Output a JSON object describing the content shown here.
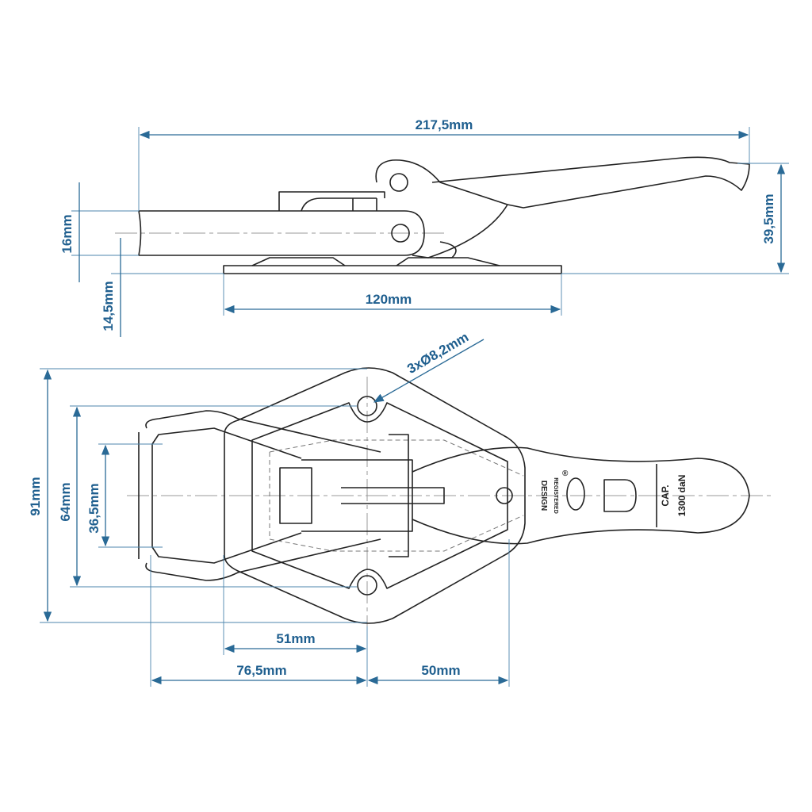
{
  "title": "Tension latch technical drawing",
  "colors": {
    "dimension": "#2a6a96",
    "part": "#222222"
  },
  "side_view": {
    "overall_length": "217,5mm",
    "height": "39,5mm",
    "bar_thickness": "16mm",
    "base_height": "14,5mm",
    "base_length": "120mm"
  },
  "top_view": {
    "holes": "3xØ8,2mm",
    "outer_width": "91mm",
    "hole_spacing": "64mm",
    "loop_width": "36,5mm",
    "offset_51": "51mm",
    "offset_76": "76,5mm",
    "offset_50": "50mm"
  },
  "handle_markings": {
    "design": "DESIGN",
    "registered": "REGISTERED",
    "registered_mark": "®",
    "cap": "CAP.",
    "capacity": "1300 daN"
  }
}
